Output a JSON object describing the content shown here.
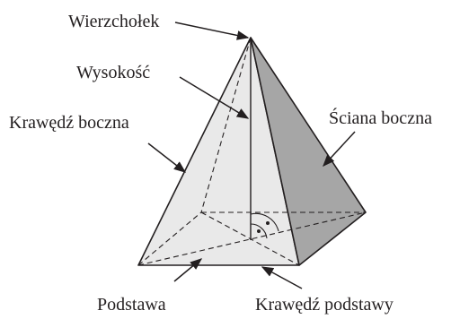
{
  "labels": {
    "apex": "Wierzchołek",
    "height": "Wysokość",
    "lateral_edge": "Krawędź boczna",
    "lateral_face": "Ściana boczna",
    "base": "Podstawa",
    "base_edge": "Krawędź podstawy"
  },
  "colors": {
    "stroke": "#231f20",
    "front_face": "#e9e9e9",
    "right_face": "#a6a6a6",
    "base": "#cdcdcd",
    "background": "#ffffff"
  }
}
